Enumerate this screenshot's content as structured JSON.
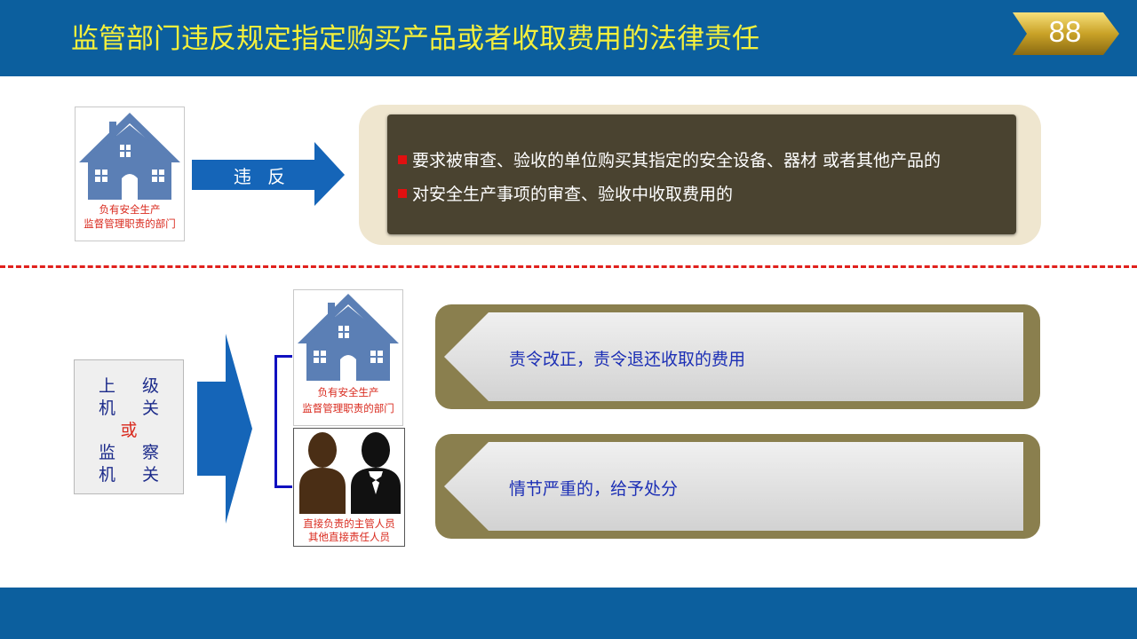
{
  "header": {
    "title": "监管部门违反规定指定购买产品或者收取费用的法律责任",
    "page_number": "88"
  },
  "top_section": {
    "department_label_line1": "负有安全生产",
    "department_label_line2": "监督管理职责的部门",
    "arrow_label": "违 反",
    "violations": [
      "要求被审查、验收的单位购买其指定的安全设备、器材 或者其他产品的",
      "对安全生产事项的审查、验收中收取费用的"
    ]
  },
  "bottom_section": {
    "authority_lines": [
      "上 级",
      "机 关",
      "或",
      "监 察",
      "机 关"
    ],
    "department_label_line1": "负有安全生产",
    "department_label_line2": "监督管理职责的部门",
    "people_label_line1": "直接负责的主管人员",
    "people_label_line2": "其他直接责任人员",
    "penalties": [
      "责令改正，责令退还收取的费用",
      "情节严重的，给予处分"
    ]
  },
  "colors": {
    "header_bg": "#0c5f9e",
    "title_text": "#f5f03c",
    "dashed_divider": "#e0201c",
    "arrow_blue": "#1565b8",
    "violation_box": "#4a4330",
    "penalty_frame": "#8a7f4e"
  }
}
